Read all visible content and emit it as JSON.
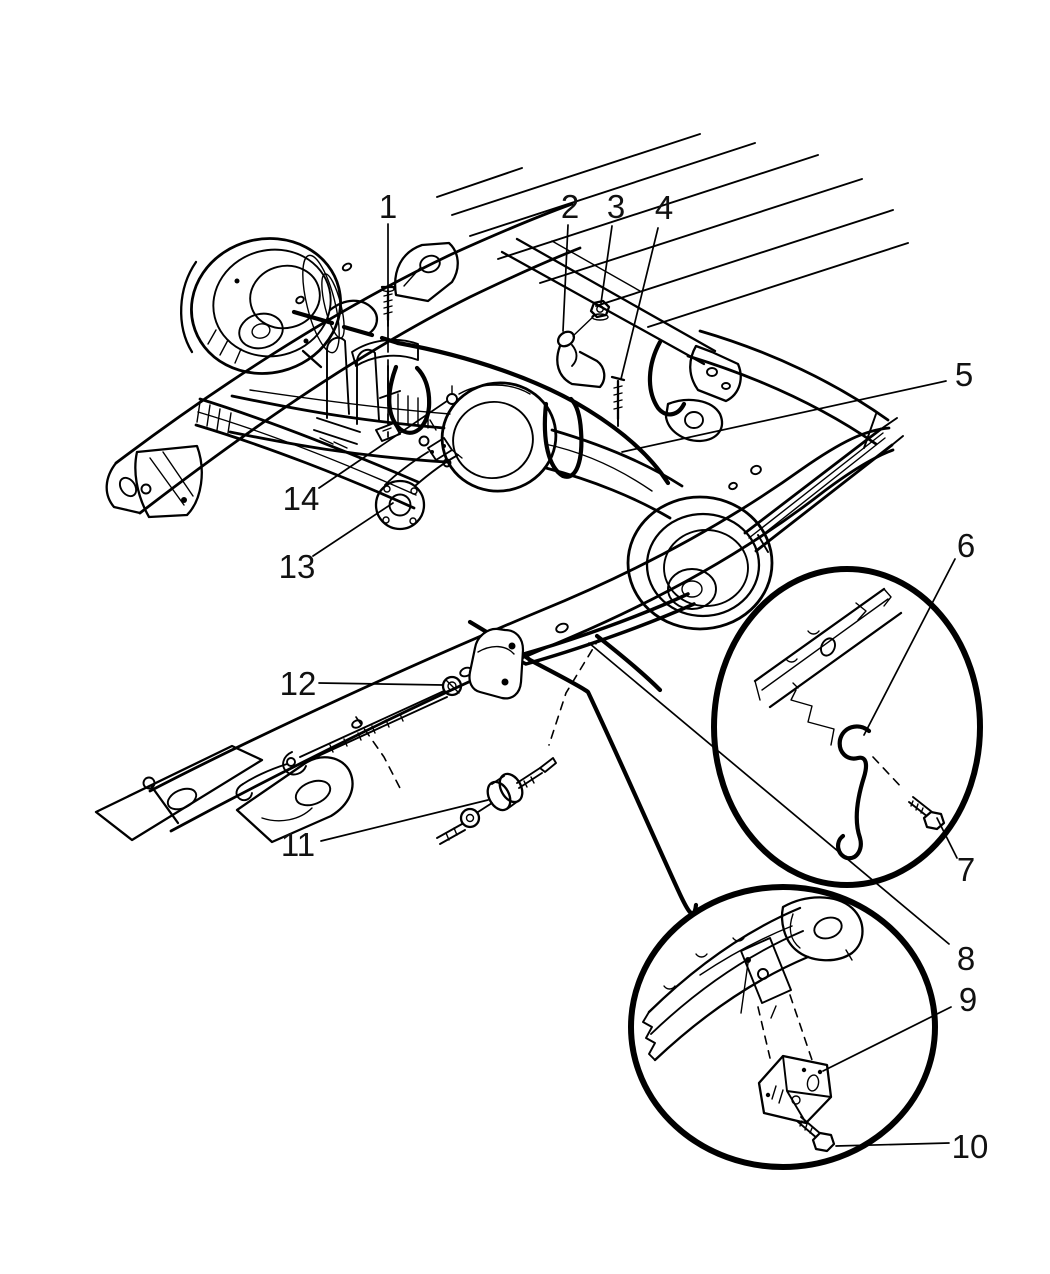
{
  "figure": {
    "background_color": "#ffffff",
    "ink_color": "#000000"
  },
  "callouts": [
    {
      "label": "1"
    },
    {
      "label": "2"
    },
    {
      "label": "3"
    },
    {
      "label": "4"
    },
    {
      "label": "5"
    },
    {
      "label": "6"
    },
    {
      "label": "7"
    },
    {
      "label": "8"
    },
    {
      "label": "9"
    },
    {
      "label": "10"
    },
    {
      "label": "11"
    },
    {
      "label": "12"
    },
    {
      "label": "13"
    },
    {
      "label": "14"
    }
  ]
}
